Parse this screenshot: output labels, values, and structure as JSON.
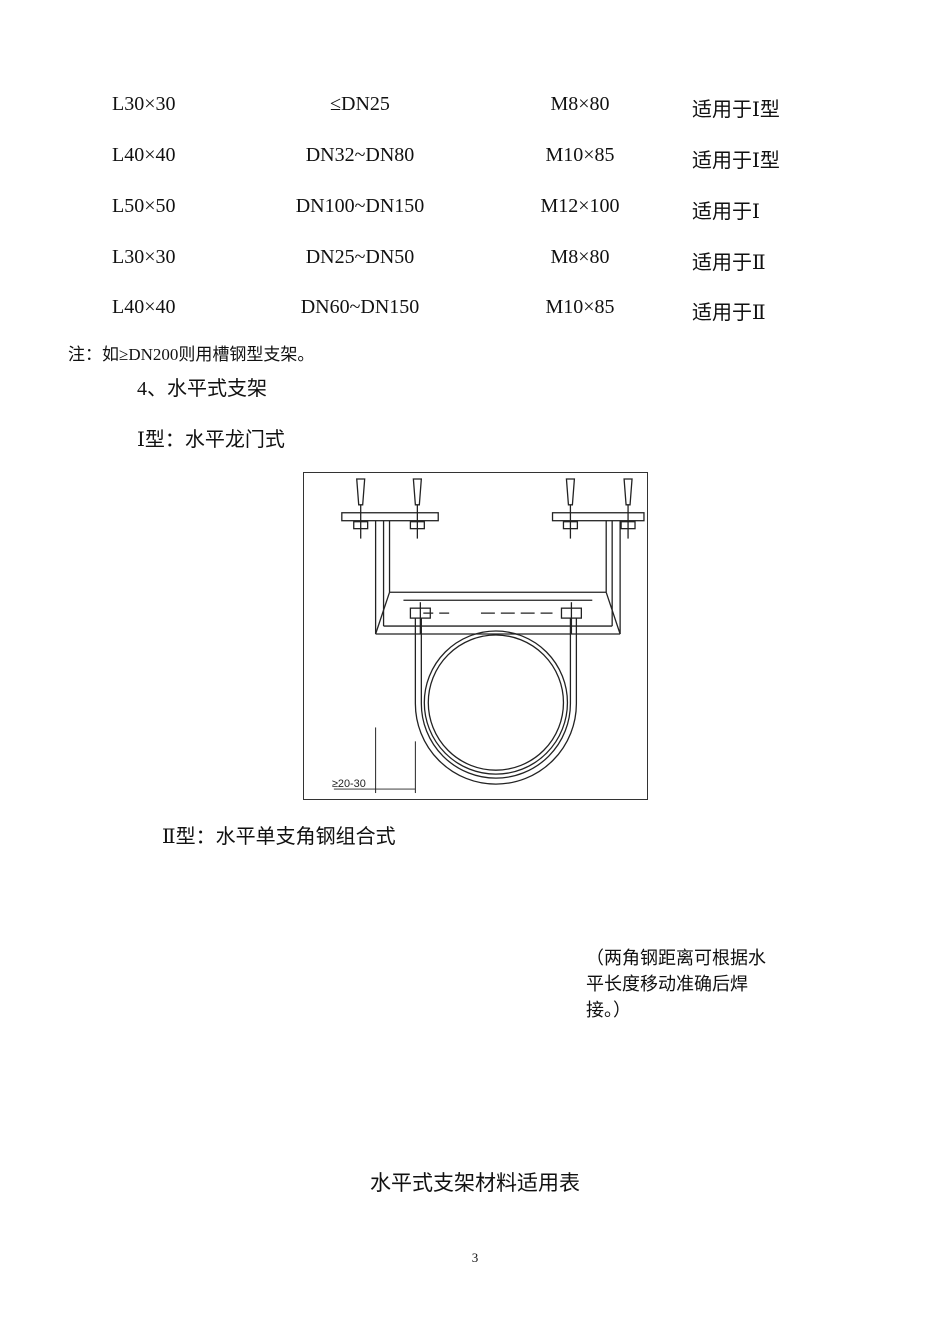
{
  "table_rows": [
    {
      "angle": "L30×30",
      "range": "≤DN25",
      "bolt": "M8×80",
      "apply": "适用于Ⅰ型"
    },
    {
      "angle": "L40×40",
      "range": "DN32~DN80",
      "bolt": "M10×85",
      "apply": "适用于Ⅰ型"
    },
    {
      "angle": "L50×50",
      "range": "DN100~DN150",
      "bolt": "M12×100",
      "apply": "适用于Ⅰ"
    },
    {
      "angle": "L30×30",
      "range": "DN25~DN50",
      "bolt": "M8×80",
      "apply": "适用于Ⅱ"
    },
    {
      "angle": "L40×40",
      "range": "DN60~DN150",
      "bolt": "M10×85",
      "apply": "适用于Ⅱ"
    }
  ],
  "note": "注：如≥DN200则用槽钢型支架。",
  "section_heading": "4、水平式支架",
  "type1_label": "Ⅰ型：水平龙门式",
  "figure_dimension": "≥20-30",
  "type2_label": "Ⅱ型：水平单支角钢组合式",
  "remark": "（两角钢距离可根据水平长度移动准确后焊接。）",
  "table_title": "水平式支架材料适用表",
  "page_number": "3"
}
